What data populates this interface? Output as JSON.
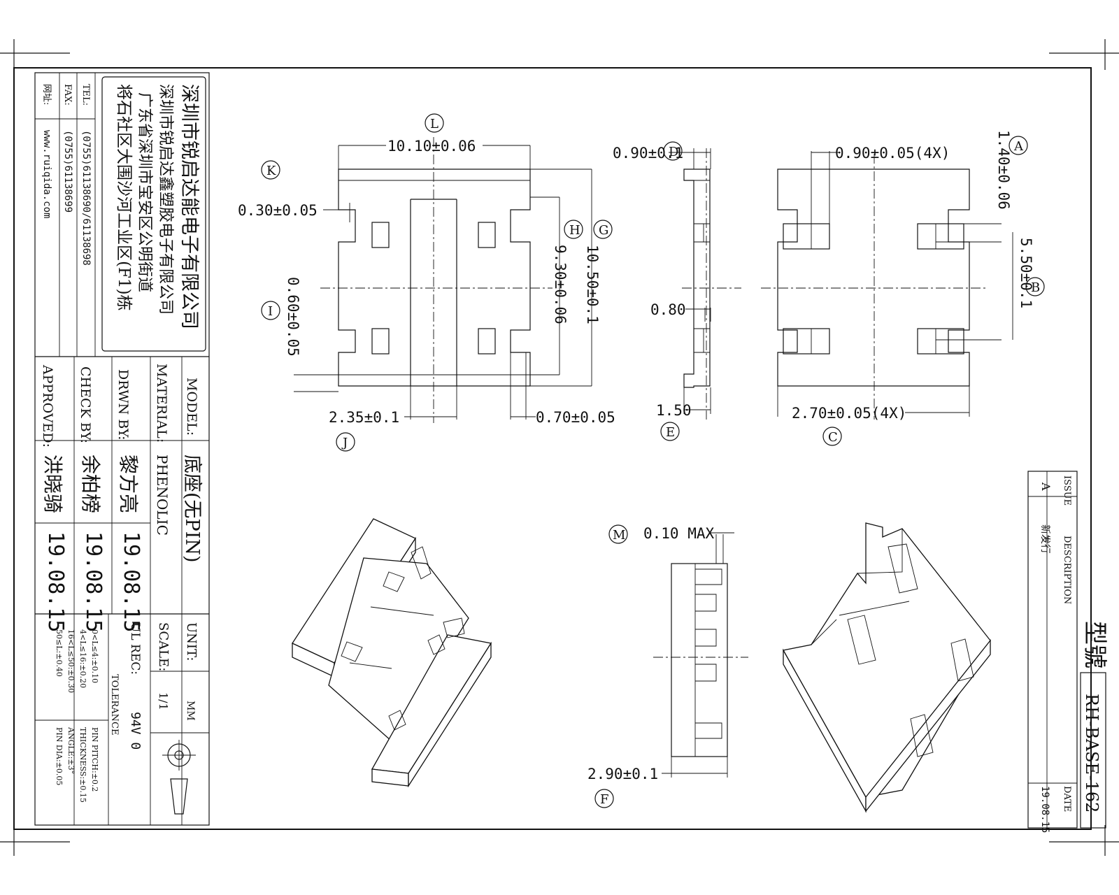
{
  "company": {
    "lines": [
      "深圳市锐启达能电子有限公司",
      "深圳市锐启达鑫塑胶电子有限公司",
      "广东省深圳市宝安区公明街道",
      "将石社区大围沙河工业区(F1)栋"
    ],
    "tel_label": "TEL:",
    "tel": "(0755)61138690/61138698",
    "fax_label": "FAX:",
    "fax": "(0755)61138699",
    "web_label": "网址:",
    "web": "www.ruiqida.com"
  },
  "title_block": {
    "model_label": "MODEL:",
    "model": "底座(无PIN)",
    "material_label": "MATERIAL:",
    "material": "PHENOLIC",
    "drwn_label": "DRWN BY:",
    "drwn": "黎方亮",
    "drwn_date": "19.08.15",
    "check_label": "CHECK BY:",
    "check": "余柏榜",
    "check_date": "19.08.15",
    "approved_label": "APPROVED:",
    "approved": "洪晓骑",
    "approved_date": "19.08.15",
    "unit_label": "UNIT:",
    "unit": "MM",
    "scale_label": "SCALE:",
    "scale": "1/1",
    "ul_label": "UL REC:",
    "ul": "94V 0",
    "tolerance_label": "TOLERANCE",
    "tol_left": [
      "0<L≤4:±0.10",
      "4<L≤16:±0.20",
      "16<L≤50:±0.30",
      "50≤L:±0.40"
    ],
    "tol_right": [
      "PIN PITCH:±0.2",
      "THICKNESS:±0.15",
      "ANGLE:±3°",
      "PIN DIA:±0.05"
    ]
  },
  "revision": {
    "issue_label": "ISSUE",
    "issue": "A",
    "desc_label": "DESCRIPTION",
    "desc": "新发行",
    "date_label": "DATE",
    "date": "19.08.15"
  },
  "part": {
    "label": "型號",
    "number": "RH-BASE-162"
  },
  "dims": {
    "L": "10.10±0.06",
    "K": "0.30±0.05",
    "I": "0.60±0.05",
    "H": "9.30±0.06",
    "G": "10.50±0.1",
    "J": "2.35±0.1",
    "P": "0.70±0.05",
    "D": "0.90±0.1",
    "E": "1.50",
    "mid": "0.80",
    "A_top": "0.90±0.05(4X)",
    "A": "1.40±0.06",
    "B": "5.50±0.1",
    "C": "2.70±0.05(4X)",
    "M": "0.10 MAX",
    "F": "2.90±0.1"
  },
  "callouts": {
    "L": "L",
    "K": "K",
    "I": "I",
    "J": "J",
    "H": "H",
    "G": "G",
    "D": "D",
    "E": "E",
    "A": "A",
    "B": "B",
    "C": "C",
    "M": "M",
    "F": "F"
  }
}
